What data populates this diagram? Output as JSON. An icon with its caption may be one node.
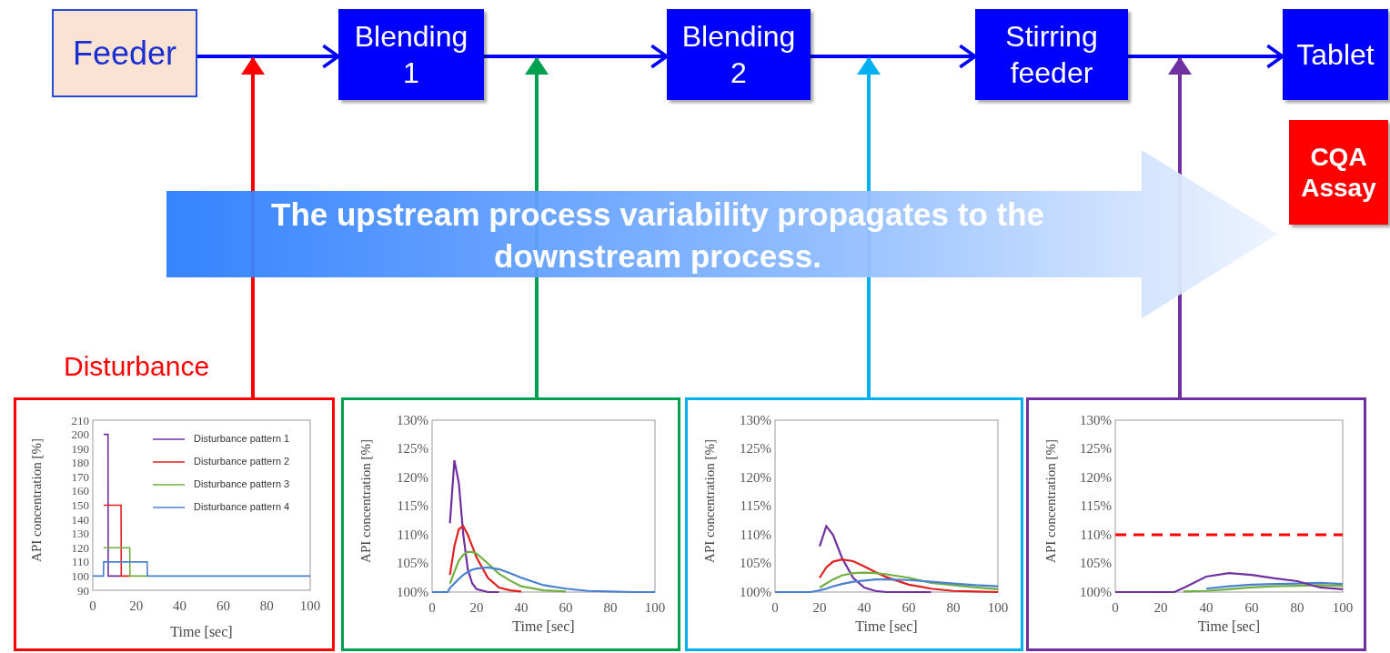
{
  "diagram": {
    "nodes": [
      {
        "text": [
          "Feeder"
        ]
      },
      {
        "text": [
          "Blending 1"
        ]
      },
      {
        "text": [
          "Blending 2"
        ]
      },
      {
        "text": [
          "Stirring feeder"
        ]
      },
      {
        "text": [
          "Tablet"
        ]
      },
      {
        "text": [
          "CQA Assay"
        ]
      },
      {
        "text": [
          "The upstream process variability propagates to the downstream process."
        ]
      },
      {
        "text": [
          "Disturbance"
        ]
      },
      {
        "text": [],
        "shape": "box"
      },
      {
        "text": [],
        "shape": "box"
      },
      {
        "text": [],
        "shape": "box"
      }
    ],
    "edges": [
      {
        "from": 0,
        "to": 1,
        "arrow": "to",
        "color": "#0000ff"
      },
      {
        "from": 1,
        "to": 2,
        "arrow": "to",
        "color": "#0000ff"
      },
      {
        "from": 2,
        "to": 3,
        "arrow": "to",
        "color": "#0000ff"
      },
      {
        "from": 3,
        "to": 4,
        "arrow": "to",
        "color": "#0000ff"
      },
      {
        "from": 7,
        "to": null,
        "arrow": "to",
        "color": "#ff0000"
      },
      {
        "from": 8,
        "to": null,
        "arrow": "to",
        "color": "#00a050"
      },
      {
        "from": 9,
        "to": null,
        "arrow": "to",
        "color": "#00b0f0"
      },
      {
        "from": 10,
        "to": null,
        "arrow": "to",
        "color": "#7030a0"
      }
    ],
    "chart_data": [
      {
        "type": "line",
        "xlabel": "Time [sec]",
        "ylabel": "API concentration [%]",
        "x": [
          0,
          4.9,
          5,
          7,
          7.1,
          13,
          13.1,
          17,
          17.1,
          25,
          25.1,
          100
        ],
        "series": [
          {
            "name": "Disturbance pattern 1",
            "color": "#7030a0",
            "values": [
              null,
              null,
              200,
              200,
              100,
              100,
              null,
              null,
              null,
              null,
              null,
              null
            ]
          },
          {
            "name": "Disturbance pattern 2",
            "color": "#e02020",
            "values": [
              null,
              null,
              150,
              150,
              150,
              150,
              100,
              100,
              null,
              null,
              null,
              null
            ]
          },
          {
            "name": "Disturbance pattern 3",
            "color": "#70b040",
            "values": [
              null,
              null,
              120,
              120,
              120,
              120,
              120,
              120,
              100,
              100,
              null,
              null
            ]
          },
          {
            "name": "Disturbance pattern 4",
            "color": "#4a80d0",
            "values": [
              100,
              100,
              110,
              110,
              110,
              110,
              110,
              110,
              110,
              110,
              100,
              100
            ]
          }
        ],
        "legend": true,
        "xlim": [
          0,
          100
        ],
        "ylim": [
          90,
          210
        ],
        "xticks": [
          0,
          20,
          40,
          60,
          80,
          100
        ],
        "yticks": [
          90,
          100,
          110,
          120,
          130,
          140,
          150,
          160,
          170,
          180,
          190,
          200,
          210
        ]
      },
      {
        "type": "line",
        "xlabel": "Time [sec]",
        "ylabel": "API concentration [%]",
        "x": [
          0,
          5,
          7,
          8,
          10,
          12,
          14,
          16,
          18,
          20,
          25,
          30,
          35,
          40,
          50,
          60,
          70,
          80,
          90,
          100
        ],
        "series": [
          {
            "color": "#7030a0",
            "values": [
              null,
              null,
              null,
              112,
              123,
              119,
              110,
              104,
              101.5,
              100.5,
              100,
              100,
              null,
              null,
              null,
              null,
              null,
              null,
              null,
              null
            ]
          },
          {
            "color": "#e02020",
            "values": [
              null,
              null,
              null,
              103,
              108,
              111,
              111.5,
              110,
              108,
              106,
              102.5,
              100.8,
              100.3,
              100.1,
              null,
              null,
              null,
              null,
              null,
              null
            ]
          },
          {
            "color": "#70b040",
            "values": [
              null,
              null,
              null,
              101.5,
              103.5,
              105.5,
              106.5,
              107,
              107,
              106.7,
              105,
              103.2,
              102,
              101,
              100.3,
              100.1,
              null,
              null,
              null,
              null
            ]
          },
          {
            "color": "#4a80d0",
            "values": [
              100,
              100,
              100,
              100.7,
              101.5,
              102.3,
              103,
              103.5,
              103.9,
              104.1,
              104.3,
              104,
              103.3,
              102.5,
              101.2,
              100.6,
              100.2,
              100.1,
              100,
              100
            ]
          }
        ],
        "xlim": [
          0,
          100
        ],
        "ylim": [
          100,
          130
        ],
        "xticks": [
          0,
          20,
          40,
          60,
          80,
          100
        ],
        "yticks": [
          {
            "value": 100,
            "label": "100%"
          },
          {
            "value": 105,
            "label": "105%"
          },
          {
            "value": 110,
            "label": "110%"
          },
          {
            "value": 115,
            "label": "115%"
          },
          {
            "value": 120,
            "label": "120%"
          },
          {
            "value": 125,
            "label": "125%"
          },
          {
            "value": 130,
            "label": "130%"
          }
        ]
      },
      {
        "type": "line",
        "xlabel": "Time [sec]",
        "ylabel": "API concentration [%]",
        "x": [
          0,
          10,
          16,
          20,
          23,
          26,
          30,
          35,
          40,
          45,
          50,
          60,
          70,
          80,
          90,
          100
        ],
        "series": [
          {
            "color": "#7030a0",
            "values": [
              null,
              null,
              null,
              108,
              111.5,
              110,
              106,
              102.5,
              100.8,
              100.2,
              100,
              100,
              100,
              null,
              null,
              null
            ]
          },
          {
            "color": "#e02020",
            "values": [
              null,
              null,
              null,
              102.5,
              104.3,
              105.3,
              105.7,
              105.4,
              104.5,
              103.5,
              102.6,
              101.3,
              100.6,
              100.2,
              100.1,
              100
            ]
          },
          {
            "color": "#70b040",
            "values": [
              null,
              null,
              null,
              100.8,
              101.5,
              102.2,
              102.9,
              103.3,
              103.4,
              103.3,
              103.1,
              102.5,
              101.6,
              101.2,
              100.8,
              100.5
            ]
          },
          {
            "color": "#4a80d0",
            "values": [
              100,
              100,
              100,
              100.3,
              100.6,
              101,
              101.4,
              101.8,
              102,
              102.2,
              102.2,
              102.1,
              101.8,
              101.5,
              101.2,
              101
            ]
          }
        ],
        "xlim": [
          0,
          100
        ],
        "ylim": [
          100,
          130
        ],
        "xticks": [
          0,
          20,
          40,
          60,
          80,
          100
        ],
        "yticks": [
          {
            "value": 100,
            "label": "100%"
          },
          {
            "value": 105,
            "label": "105%"
          },
          {
            "value": 110,
            "label": "110%"
          },
          {
            "value": 115,
            "label": "115%"
          },
          {
            "value": 120,
            "label": "120%"
          },
          {
            "value": 125,
            "label": "125%"
          },
          {
            "value": 130,
            "label": "130%"
          }
        ]
      },
      {
        "type": "line",
        "xlabel": "Time [sec]",
        "ylabel": "API concentration [%]",
        "x": [
          0,
          10,
          20,
          26,
          30,
          40,
          50,
          60,
          70,
          80,
          90,
          100
        ],
        "series": [
          {
            "color": "#4a80d0",
            "values": [
              null,
              null,
              null,
              null,
              null,
              100.6,
              101,
              101.3,
              101.4,
              101.5,
              101.6,
              101.4
            ]
          },
          {
            "color": "#70b040",
            "values": [
              null,
              null,
              null,
              null,
              100.1,
              100.2,
              100.5,
              100.8,
              101,
              101.1,
              101.2,
              101.1
            ]
          },
          {
            "color": "#7030a0",
            "values": [
              100,
              100,
              100,
              100,
              100.7,
              102.7,
              103.3,
              103,
              102.4,
              101.9,
              100.8,
              100.5
            ]
          },
          {
            "color": "#ff0000",
            "line_style": "dashed",
            "values": [
              110,
              110,
              110,
              110,
              110,
              110,
              110,
              110,
              110,
              110,
              110,
              110
            ]
          }
        ],
        "xlim": [
          0,
          100
        ],
        "ylim": [
          100,
          130
        ],
        "xticks": [
          0,
          20,
          40,
          60,
          80,
          100
        ],
        "yticks": [
          {
            "value": 100,
            "label": "100%"
          },
          {
            "value": 105,
            "label": "105%"
          },
          {
            "value": 110,
            "label": "110%"
          },
          {
            "value": 115,
            "label": "115%"
          },
          {
            "value": 120,
            "label": "120%"
          },
          {
            "value": 125,
            "label": "125%"
          },
          {
            "value": 130,
            "label": "130%"
          }
        ]
      }
    ]
  }
}
